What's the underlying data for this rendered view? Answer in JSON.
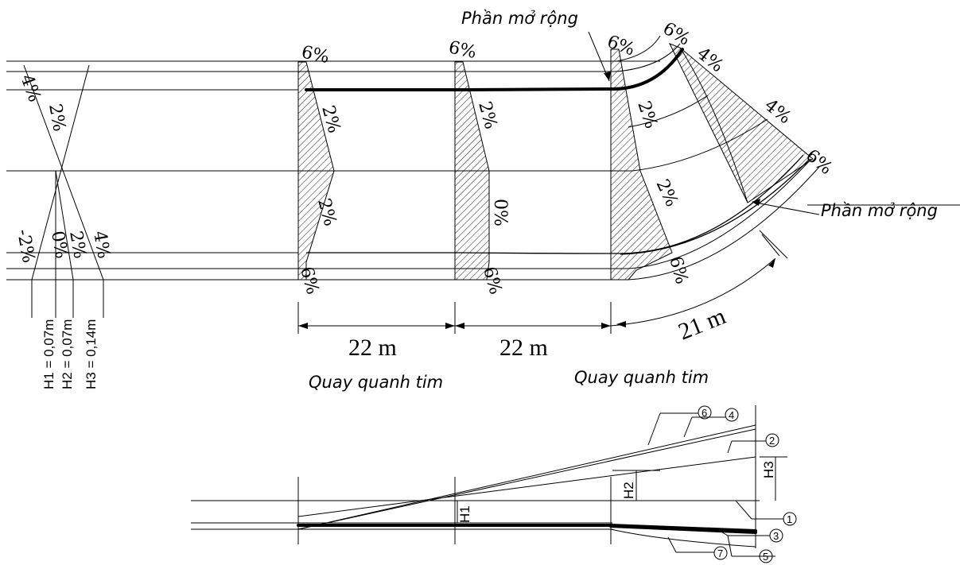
{
  "labels": {
    "extension_top": "Phần mở rộng",
    "extension_right": "Phần mở rộng",
    "rotate_1": "Quay quanh tim",
    "rotate_2": "Quay quanh tim"
  },
  "dimensions": {
    "d1": "22 m",
    "d2": "22 m",
    "d3": "21 m"
  },
  "heights": {
    "h1": "H1 = 0,07m",
    "h2": "H2 = 0,07m",
    "h3": "H3 = 0,14m"
  },
  "slopes": {
    "left_top_4": "4%",
    "left_top_2": "2%",
    "left_bot_m2": "-2%",
    "left_bot_0": "0%",
    "left_bot_2": "2%",
    "left_bot_4": "4%",
    "s1_top_6": "6%",
    "s1_up_2": "2%",
    "s1_low_2": "2%",
    "s1_bot_6": "6%",
    "s2_top_6": "6%",
    "s2_up_2": "2%",
    "s2_low_0": "0%",
    "s2_bot_6": "6%",
    "s3_top_6": "6%",
    "s3_up_2": "2%",
    "s3_low_2": "2%",
    "s3_bot_6": "6%",
    "curve_top_6": "6%",
    "curve_4a": "4%",
    "curve_4b": "4%",
    "curve_right_6": "6%"
  },
  "profile": {
    "h1_label": "H1",
    "h2_label": "H2",
    "h3_label": "H3",
    "markers": [
      "1",
      "2",
      "3",
      "4",
      "5",
      "6",
      "7"
    ]
  }
}
